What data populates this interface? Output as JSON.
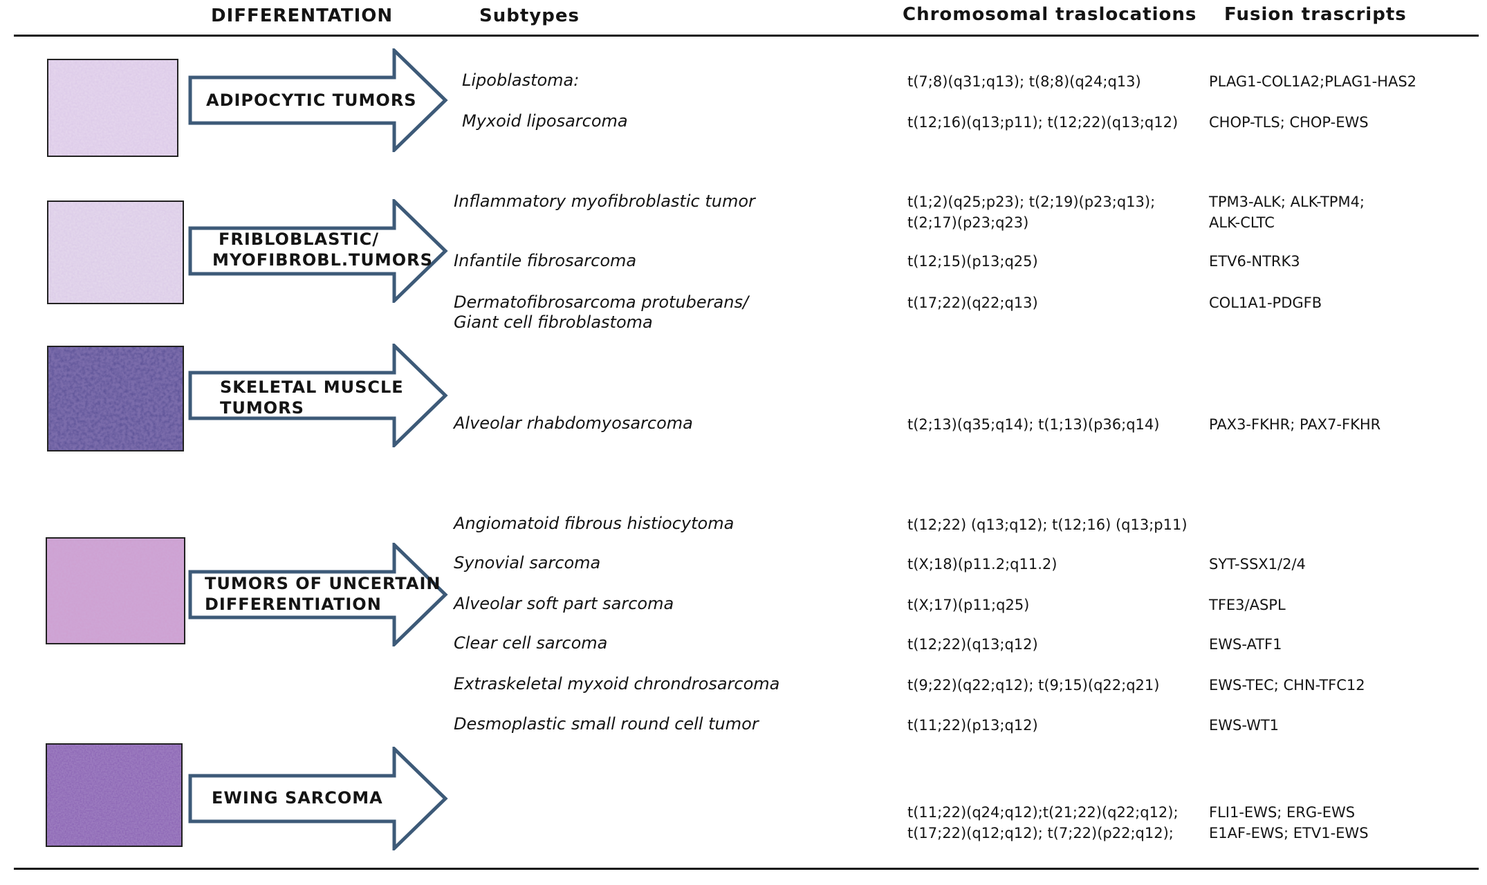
{
  "headers": {
    "differentiation": "DIFFERENTATION",
    "subtypes": "Subtypes",
    "chromosomal": "Chromosomal traslocations",
    "fusion": "Fusion trascripts"
  },
  "categories": [
    {
      "label_lines": [
        "ADIPOCYTIC TUMORS"
      ],
      "image_tone": "pale-pink"
    },
    {
      "label_lines": [
        "FRIBLOBLASTIC/",
        "MYOFIBROBL.TUMORS"
      ],
      "image_tone": "pale-pink"
    },
    {
      "label_lines": [
        "SKELETAL MUSCLE",
        "TUMORS"
      ],
      "image_tone": "dark-purple"
    },
    {
      "label_lines": [
        "TUMORS OF UNCERTAIN",
        "DIFFERENTIATION"
      ],
      "image_tone": "pink"
    },
    {
      "label_lines": [
        "EWING SARCOMA"
      ],
      "image_tone": "purple"
    }
  ],
  "subtypes": [
    {
      "name_lines": [
        "Lipoblastoma:"
      ],
      "translocation_lines": [
        "t(7;8)(q31;q13); t(8;8)(q24;q13)"
      ],
      "fusion_lines": [
        "PLAG1-COL1A2;PLAG1-HAS2"
      ]
    },
    {
      "name_lines": [
        "Myxoid liposarcoma"
      ],
      "translocation_lines": [
        "t(12;16)(q13;p11); t(12;22)(q13;q12)"
      ],
      "fusion_lines": [
        "CHOP-TLS; CHOP-EWS"
      ]
    },
    {
      "name_lines": [
        "Inflammatory myofibroblastic tumor"
      ],
      "translocation_lines": [
        "t(1;2)(q25;p23); t(2;19)(p23;q13);",
        "t(2;17)(p23;q23)"
      ],
      "fusion_lines": [
        "TPM3-ALK; ALK-TPM4;",
        "ALK-CLTC"
      ]
    },
    {
      "name_lines": [
        "Infantile fibrosarcoma"
      ],
      "translocation_lines": [
        "t(12;15)(p13;q25)"
      ],
      "fusion_lines": [
        "ETV6-NTRK3"
      ]
    },
    {
      "name_lines": [
        "Dermatofibrosarcoma protuberans/",
        "Giant cell fibroblastoma"
      ],
      "translocation_lines": [
        "t(17;22)(q22;q13)"
      ],
      "fusion_lines": [
        "COL1A1-PDGFB"
      ]
    },
    {
      "name_lines": [
        "Alveolar rhabdomyosarcoma"
      ],
      "translocation_lines": [
        "t(2;13)(q35;q14); t(1;13)(p36;q14)"
      ],
      "fusion_lines": [
        "PAX3-FKHR; PAX7-FKHR"
      ]
    },
    {
      "name_lines": [
        "Angiomatoid fibrous histiocytoma"
      ],
      "translocation_lines": [
        "t(12;22) (q13;q12); t(12;16) (q13;p11)"
      ],
      "fusion_lines": []
    },
    {
      "name_lines": [
        "Synovial sarcoma"
      ],
      "translocation_lines": [
        "t(X;18)(p11.2;q11.2)"
      ],
      "fusion_lines": [
        "SYT-SSX1/2/4"
      ]
    },
    {
      "name_lines": [
        "Alveolar soft part sarcoma"
      ],
      "translocation_lines": [
        "t(X;17)(p11;q25)"
      ],
      "fusion_lines": [
        "TFE3/ASPL"
      ]
    },
    {
      "name_lines": [
        "Clear cell sarcoma"
      ],
      "translocation_lines": [
        "t(12;22)(q13;q12)"
      ],
      "fusion_lines": [
        "EWS-ATF1"
      ]
    },
    {
      "name_lines": [
        "Extraskeletal myxoid chrondrosarcoma"
      ],
      "translocation_lines": [
        "t(9;22)(q22;q12);  t(9;15)(q22;q21)"
      ],
      "fusion_lines": [
        "EWS-TEC; CHN-TFC12"
      ]
    },
    {
      "name_lines": [
        "Desmoplastic small round cell tumor"
      ],
      "translocation_lines": [
        "t(11;22)(p13;q12)"
      ],
      "fusion_lines": [
        "EWS-WT1"
      ]
    },
    {
      "name_lines": [],
      "translocation_lines": [
        "t(11;22)(q24;q12);t(21;22)(q22;q12);",
        "t(17;22)(q12;q12); t(7;22)(p22;q12);"
      ],
      "fusion_lines": [
        "FLI1-EWS; ERG-EWS",
        "E1AF-EWS; ETV1-EWS"
      ]
    }
  ],
  "colors": {
    "arrow_stroke": "#3d5a78",
    "rule": "#111111",
    "text": "#141414"
  }
}
